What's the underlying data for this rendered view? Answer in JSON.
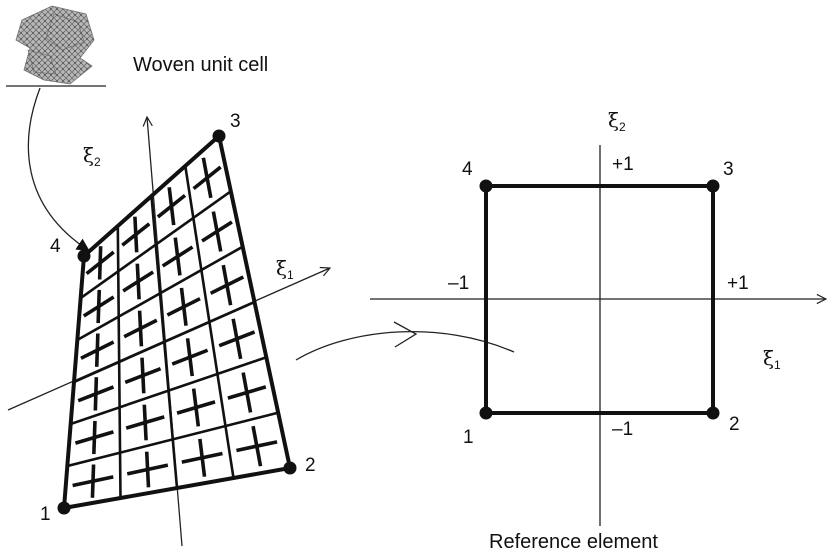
{
  "captions": {
    "woven_unit_cell": "Woven unit cell",
    "reference_element": "Reference element"
  },
  "physical_element": {
    "corner_labels": [
      "1",
      "2",
      "3",
      "4"
    ],
    "axis_xi1": {
      "symbol": "ξ",
      "subscript": "1"
    },
    "axis_xi2": {
      "symbol": "ξ",
      "subscript": "2"
    },
    "grid": {
      "rows": 6,
      "columns": 4
    }
  },
  "reference_element": {
    "corner_labels": [
      "1",
      "2",
      "3",
      "4"
    ],
    "axis_xi1": {
      "symbol": "ξ",
      "subscript": "1"
    },
    "axis_xi2": {
      "symbol": "ξ",
      "subscript": "2"
    },
    "tick_labels": {
      "left": "–1",
      "right": "+1",
      "bottom": "–1",
      "top": "+1"
    }
  },
  "colors": {
    "ink": "#111111",
    "thin_line": "#222222",
    "fabric": "#8a8a8a"
  }
}
